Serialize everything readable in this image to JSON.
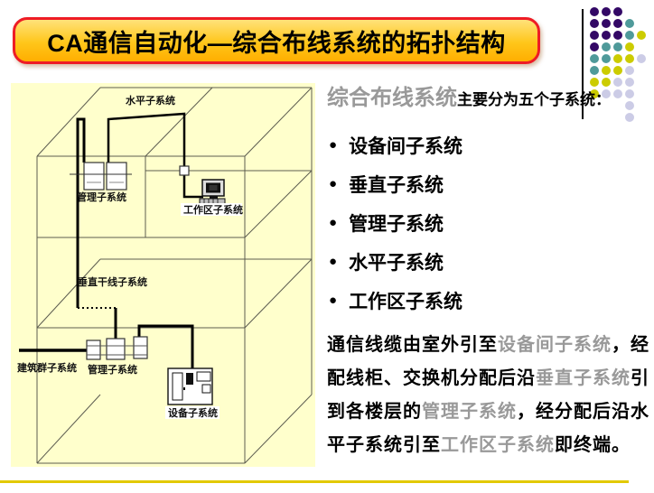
{
  "slide": {
    "title": "CA通信自动化—综合布线系统的拓扑结构",
    "background_color": "#FFFFFF",
    "banner_border_color": "#EE1C25",
    "banner_fill_top": "#FFE27A",
    "banner_fill_bottom": "#FFAE00"
  },
  "decor": {
    "dot_colors": {
      "P": "#330866",
      "T": "#4F9A9A",
      "Y": "#CCCC00",
      "L": "#CCCCE6"
    },
    "dot_rows": [
      [
        "P",
        "P",
        "P"
      ],
      [
        "P",
        "P",
        "P",
        "T"
      ],
      [
        "P",
        "P",
        "P",
        "T",
        "Y"
      ],
      [
        "P",
        "T",
        "T",
        "Y"
      ],
      [
        "T",
        "T",
        "Y",
        "Y",
        "L"
      ],
      [
        "T",
        "Y",
        "Y",
        "L"
      ],
      [
        "Y",
        "Y",
        "L",
        "L"
      ],
      [
        "Y",
        "L",
        "L",
        "L"
      ],
      [
        "",
        "",
        "",
        "L"
      ],
      [
        "",
        "",
        "",
        "L"
      ]
    ],
    "bottom_line_color": "#E2C900"
  },
  "diagram": {
    "background": "#FFFFCC",
    "labels": {
      "horizontal": "水平子系统",
      "management_upper": "管理子系统",
      "workarea": "工作区子系统",
      "riser": "垂直干线子系统",
      "campus": "建筑群子系统",
      "management_lower": "管理子系统",
      "equipment": "设备子系统"
    }
  },
  "content": {
    "heading": [
      {
        "text": "综合布线系统",
        "style": "gray-large"
      },
      {
        "text": "主要分为五个子系统：",
        "style": "black"
      }
    ],
    "bullet_glyph": "●",
    "bullets": [
      "设备间子系统",
      "垂直子系统",
      "管理子系统",
      "水平子系统",
      "工作区子系统"
    ],
    "paragraph": [
      {
        "text": "通信线缆由室外引至",
        "color": "black"
      },
      {
        "text": "设备间子系统",
        "color": "gray"
      },
      {
        "text": "，经配线柜、交换机分配后沿",
        "color": "black"
      },
      {
        "text": "垂直子系统",
        "color": "gray"
      },
      {
        "text": "引到各楼层的",
        "color": "black"
      },
      {
        "text": "管理子系统",
        "color": "gray"
      },
      {
        "text": "，经分配后沿水平子系统引至",
        "color": "black"
      },
      {
        "text": "工作区子系统",
        "color": "gray"
      },
      {
        "text": "即终端。",
        "color": "black"
      }
    ],
    "gray_color": "#999999"
  }
}
